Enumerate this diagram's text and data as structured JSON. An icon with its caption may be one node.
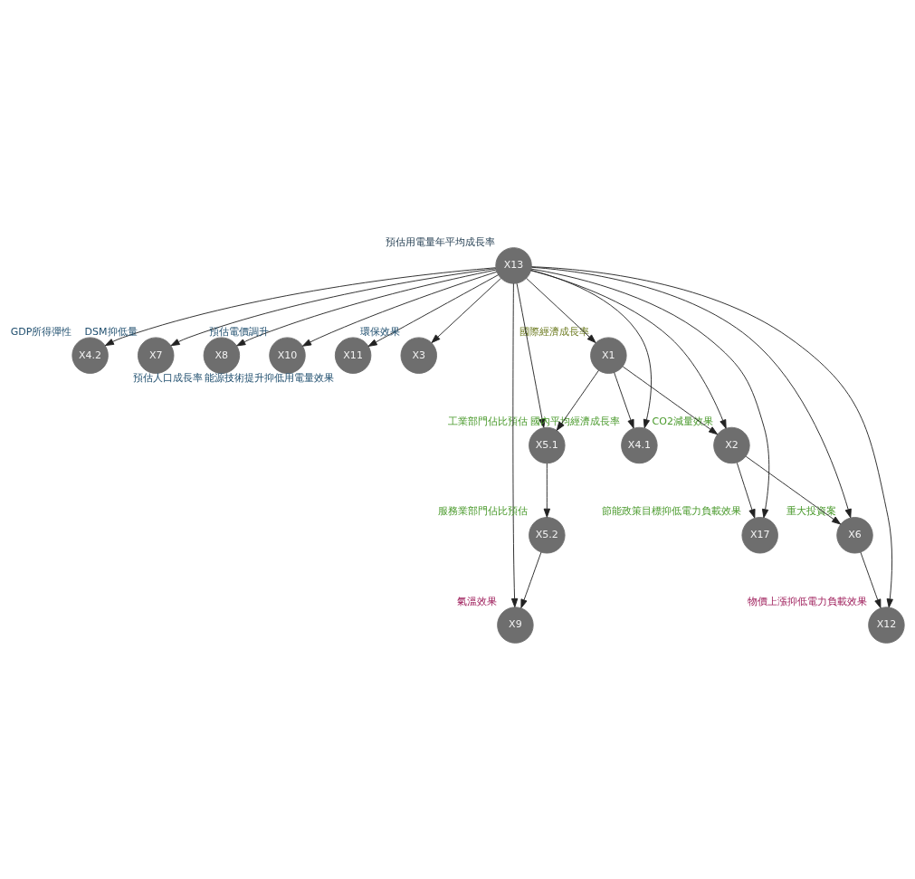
{
  "diagram": {
    "nodes": [
      {
        "text": [
          "X13"
        ],
        "beside": [
          "預估用電量年平均成長率"
        ]
      },
      {
        "text": [
          "X4.2"
        ],
        "beside": [
          "GDP所得彈性"
        ]
      },
      {
        "text": [
          "X7"
        ],
        "beside": [
          "DSM抑低量"
        ]
      },
      {
        "text": [
          "X8"
        ],
        "beside": [
          "預估人口成長率"
        ]
      },
      {
        "text": [
          "X10"
        ],
        "beside": [
          "預估電價調升"
        ]
      },
      {
        "text": [
          "X11"
        ],
        "beside": [
          "能源技術提升抑低用電量效果"
        ]
      },
      {
        "text": [
          "X3"
        ],
        "beside": [
          "環保效果"
        ]
      },
      {
        "text": [
          "X1"
        ],
        "beside": [
          "國際經濟成長率"
        ]
      },
      {
        "text": [
          "X5.1"
        ],
        "beside": [
          "工業部門佔比預估"
        ]
      },
      {
        "text": [
          "X4.1"
        ],
        "beside": [
          "國內平均經濟成長率"
        ]
      },
      {
        "text": [
          "X2"
        ],
        "beside": [
          "CO2減量效果"
        ]
      },
      {
        "text": [
          "X5.2"
        ],
        "beside": [
          "服務業部門佔比預估"
        ]
      },
      {
        "text": [
          "X17"
        ],
        "beside": [
          "節能政策目標抑低電力負載效果"
        ]
      },
      {
        "text": [
          "X6"
        ],
        "beside": [
          "重大投資案"
        ]
      },
      {
        "text": [
          "X9"
        ],
        "beside": [
          "氣溫效果"
        ]
      },
      {
        "text": [
          "X12"
        ],
        "beside": [
          "物價上漲抑低電力負載效果"
        ]
      }
    ],
    "edges": [
      {
        "from": 0,
        "to": 1,
        "arrow": "to"
      },
      {
        "from": 0,
        "to": 2,
        "arrow": "to"
      },
      {
        "from": 0,
        "to": 3,
        "arrow": "to"
      },
      {
        "from": 0,
        "to": 4,
        "arrow": "to"
      },
      {
        "from": 0,
        "to": 5,
        "arrow": "to"
      },
      {
        "from": 0,
        "to": 6,
        "arrow": "to"
      },
      {
        "from": 0,
        "to": 14,
        "arrow": "to"
      },
      {
        "from": 0,
        "to": 8,
        "arrow": "to"
      },
      {
        "from": 0,
        "to": 9,
        "arrow": "to"
      },
      {
        "from": 0,
        "to": 7,
        "arrow": "to"
      },
      {
        "from": 0,
        "to": 12,
        "arrow": "to"
      },
      {
        "from": 0,
        "to": 10,
        "arrow": "to"
      },
      {
        "from": 0,
        "to": 13,
        "arrow": "to"
      },
      {
        "from": 0,
        "to": 15,
        "arrow": "to"
      },
      {
        "from": 7,
        "to": 8,
        "arrow": "to"
      },
      {
        "from": 7,
        "to": 9,
        "arrow": "to"
      },
      {
        "from": 7,
        "to": 10,
        "arrow": "to"
      },
      {
        "from": 8,
        "to": 11,
        "arrow": "to"
      },
      {
        "from": 11,
        "to": 14,
        "arrow": "to"
      },
      {
        "from": 10,
        "to": 12,
        "arrow": "to"
      },
      {
        "from": 10,
        "to": 13,
        "arrow": "to"
      },
      {
        "from": 13,
        "to": 15,
        "arrow": "to"
      }
    ]
  }
}
